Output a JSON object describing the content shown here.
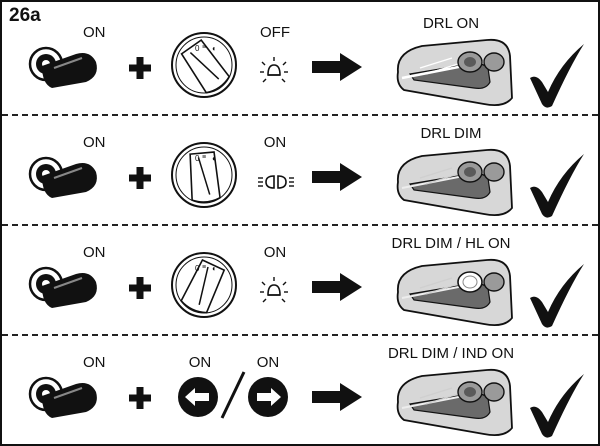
{
  "figure": {
    "label": "26a"
  },
  "rows": [
    {
      "key_state": "ON",
      "switch_state": "OFF",
      "indicator_icon": "parking-light-icon",
      "result": "DRL ON",
      "result_icon": "checkmark-icon"
    },
    {
      "key_state": "ON",
      "switch_state": "ON",
      "indicator_icon": "low-beam-icon",
      "result": "DRL DIM",
      "result_icon": "checkmark-icon"
    },
    {
      "key_state": "ON",
      "switch_state": "ON",
      "indicator_icon": "parking-light-icon",
      "result": "DRL DIM / HL ON",
      "result_icon": "checkmark-icon"
    },
    {
      "key_state": "ON",
      "indicator_left_state": "ON",
      "indicator_right_state": "ON",
      "result": "DRL DIM / IND ON",
      "result_icon": "checkmark-icon"
    }
  ]
}
